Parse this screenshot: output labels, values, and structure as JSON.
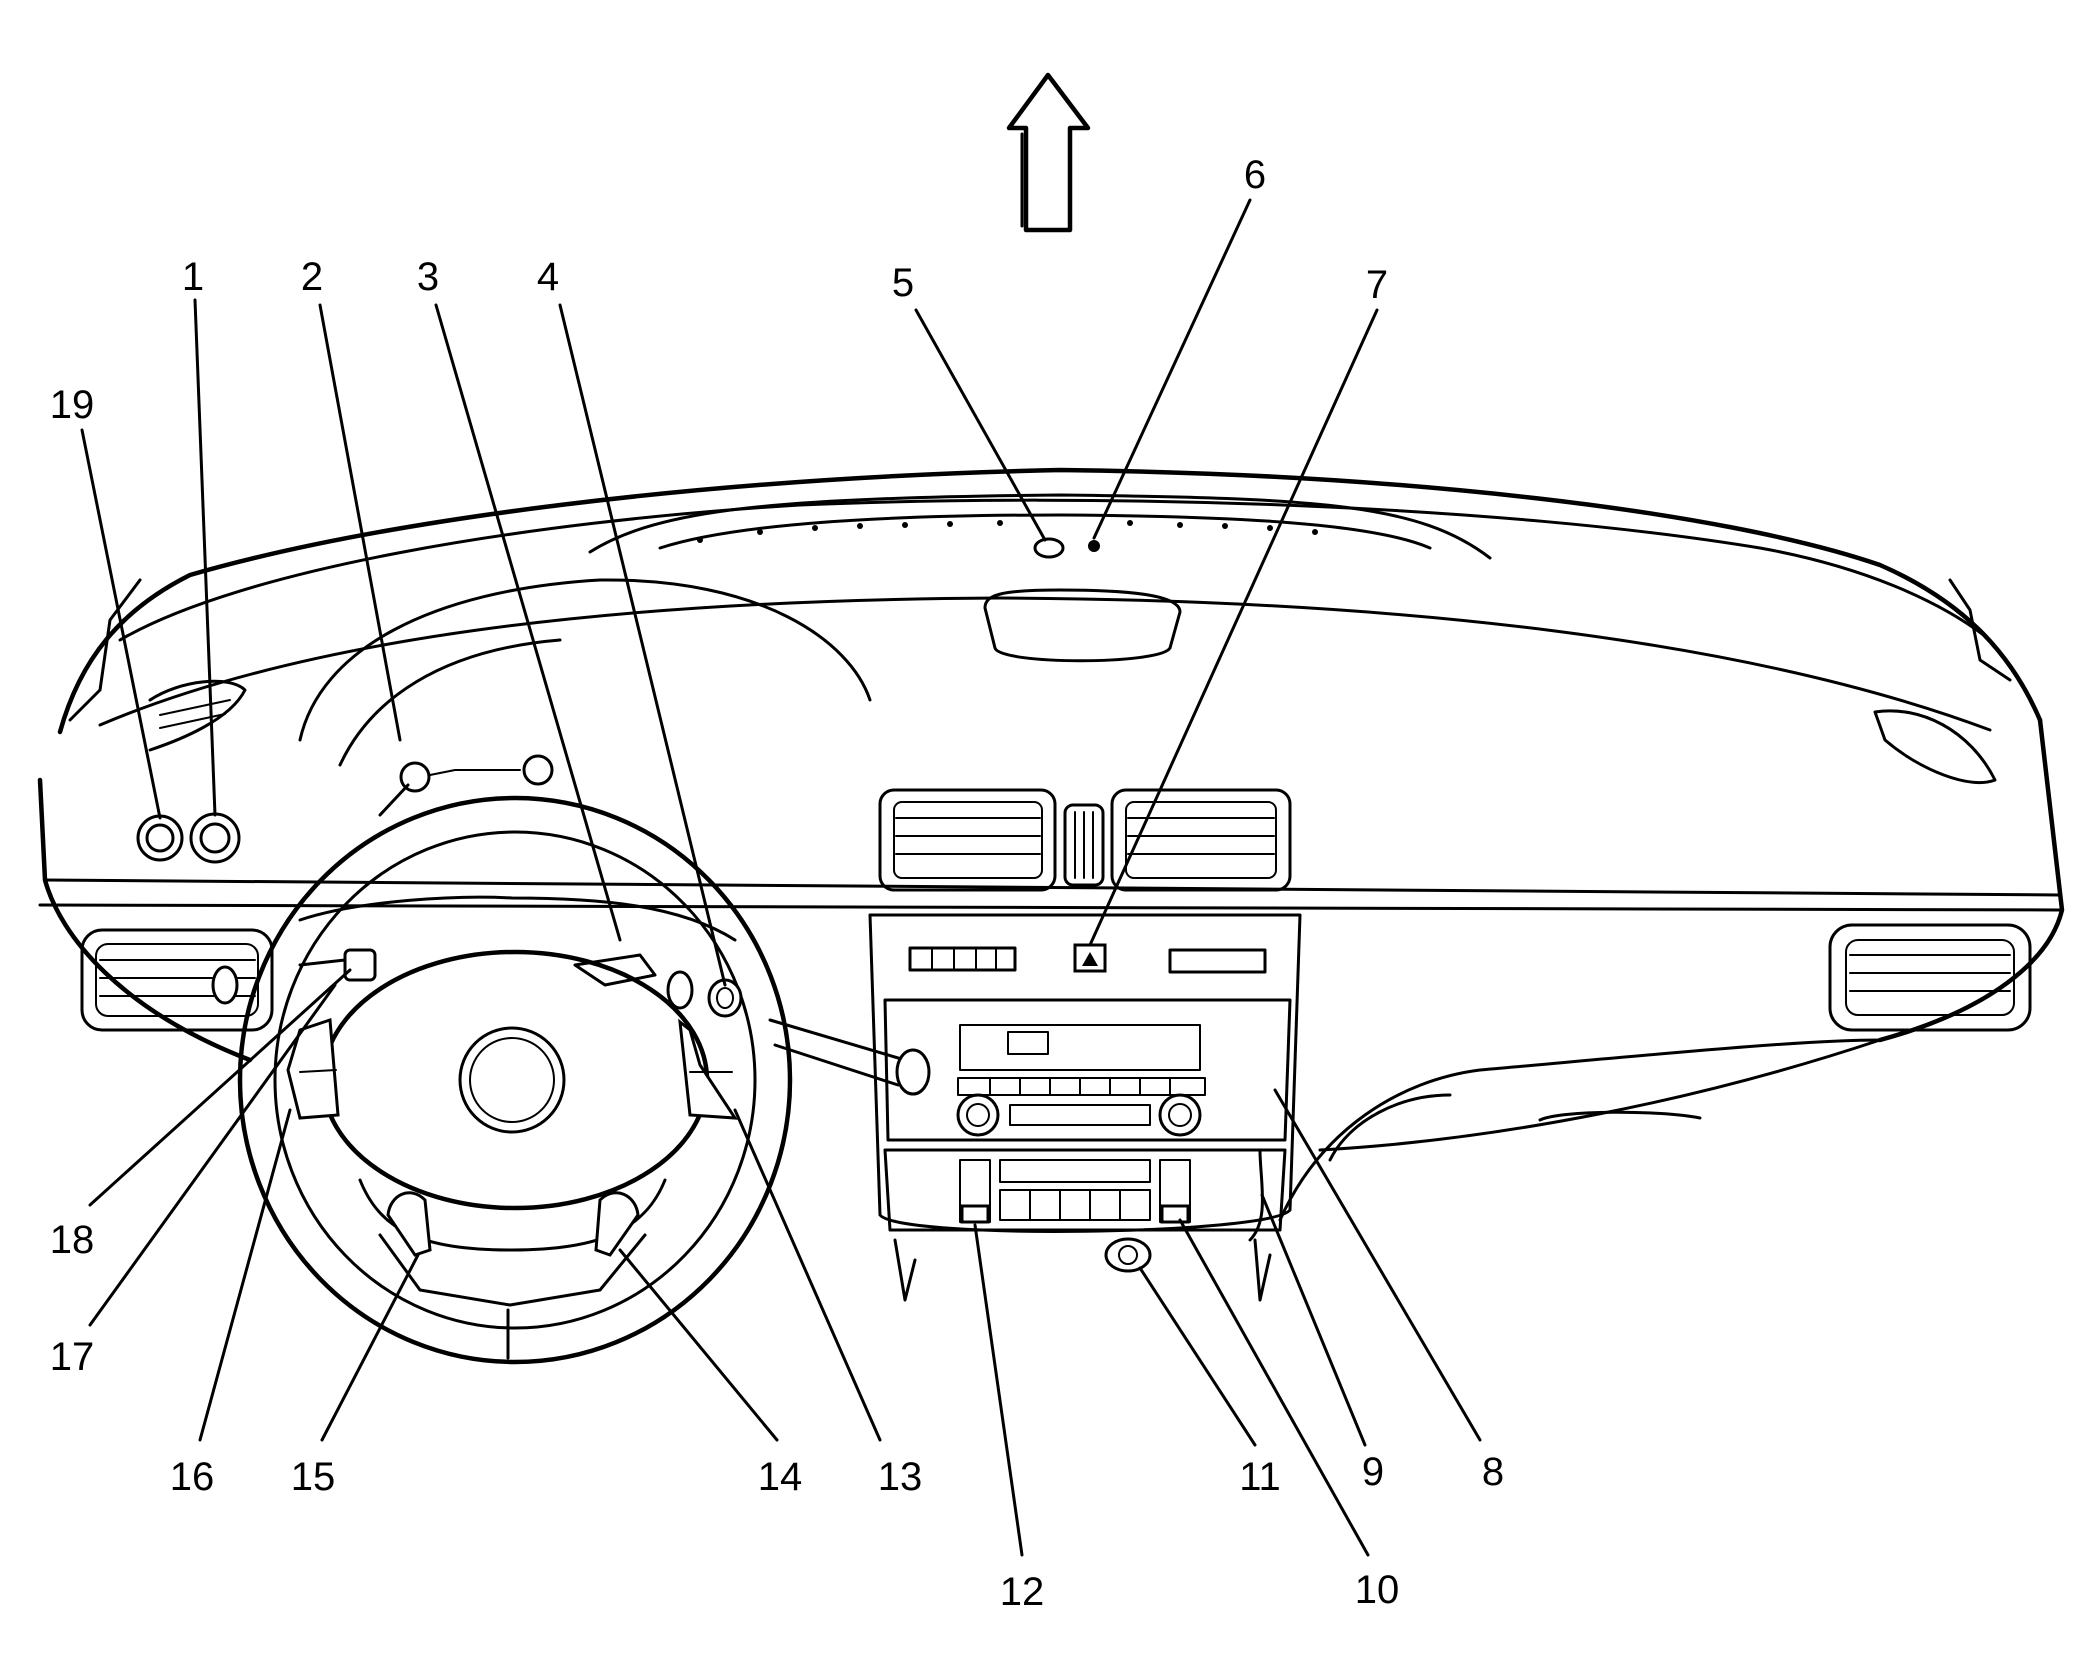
{
  "callouts": [
    {
      "id": "1",
      "label": "1"
    },
    {
      "id": "2",
      "label": "2"
    },
    {
      "id": "3",
      "label": "3"
    },
    {
      "id": "4",
      "label": "4"
    },
    {
      "id": "5",
      "label": "5"
    },
    {
      "id": "6",
      "label": "6"
    },
    {
      "id": "7",
      "label": "7"
    },
    {
      "id": "8",
      "label": "8"
    },
    {
      "id": "9",
      "label": "9"
    },
    {
      "id": "10",
      "label": "10"
    },
    {
      "id": "11",
      "label": "11"
    },
    {
      "id": "12",
      "label": "12"
    },
    {
      "id": "13",
      "label": "13"
    },
    {
      "id": "14",
      "label": "14"
    },
    {
      "id": "15",
      "label": "15"
    },
    {
      "id": "16",
      "label": "16"
    },
    {
      "id": "17",
      "label": "17"
    },
    {
      "id": "18",
      "label": "18"
    },
    {
      "id": "19",
      "label": "19"
    }
  ],
  "icons": {
    "direction_arrow": "forward-arrow-icon"
  },
  "colors": {
    "line": "#000000",
    "background": "#ffffff"
  }
}
